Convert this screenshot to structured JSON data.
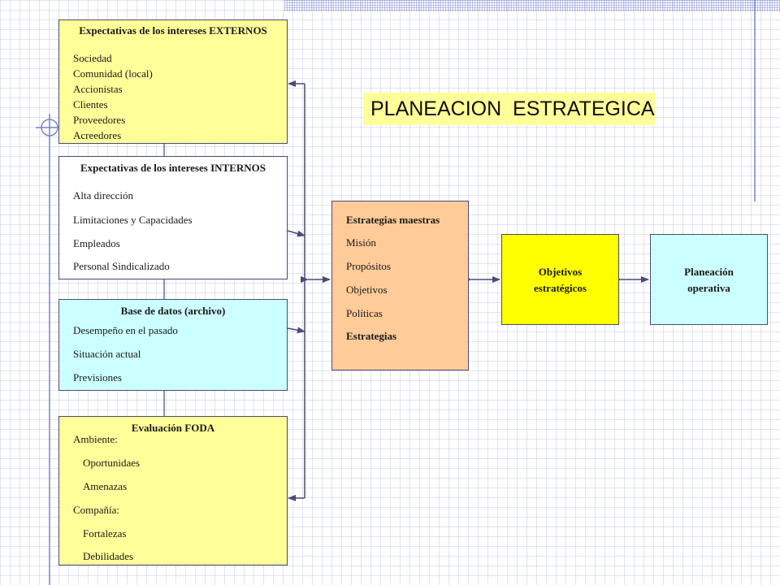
{
  "title": "PLANEACION  ESTRATEGICA",
  "colors": {
    "yellow_light": "#ffff99",
    "cyan_light": "#ccffff",
    "orange_light": "#ffcc99",
    "yellow": "#ffff00",
    "connector": "#4a4a7a"
  },
  "externos": {
    "title": "Expectativas de los intereses EXTERNOS",
    "items": [
      "Sociedad",
      "Comunidad (local)",
      "Accionistas",
      "Clientes",
      "Proveedores",
      "Acreedores"
    ]
  },
  "internos": {
    "title": "Expectativas de los intereses INTERNOS",
    "items": [
      "Alta dirección",
      "Limitaciones y Capacidades",
      "Empleados",
      "Personal Sindicalizado"
    ]
  },
  "base_datos": {
    "title": "Base de datos (archivo)",
    "items": [
      "Desempeño en el pasado",
      "Situación actual",
      "Previsiones"
    ]
  },
  "foda": {
    "title": "Evaluación FODA",
    "items": [
      "Ambiente:",
      "Oportunidaes",
      "Amenazas",
      "Compañía:",
      "Fortalezas",
      "Debilidades"
    ]
  },
  "estrategias": {
    "items": [
      "Estrategias maestras",
      "Misión",
      "Propósitos",
      "Objetivos",
      "Políticas",
      "Estrategias"
    ]
  },
  "objetivos": {
    "line1": "Objetivos",
    "line2": "estratégicos"
  },
  "planeacion": {
    "line1": "Planeación",
    "line2": "operativa"
  }
}
